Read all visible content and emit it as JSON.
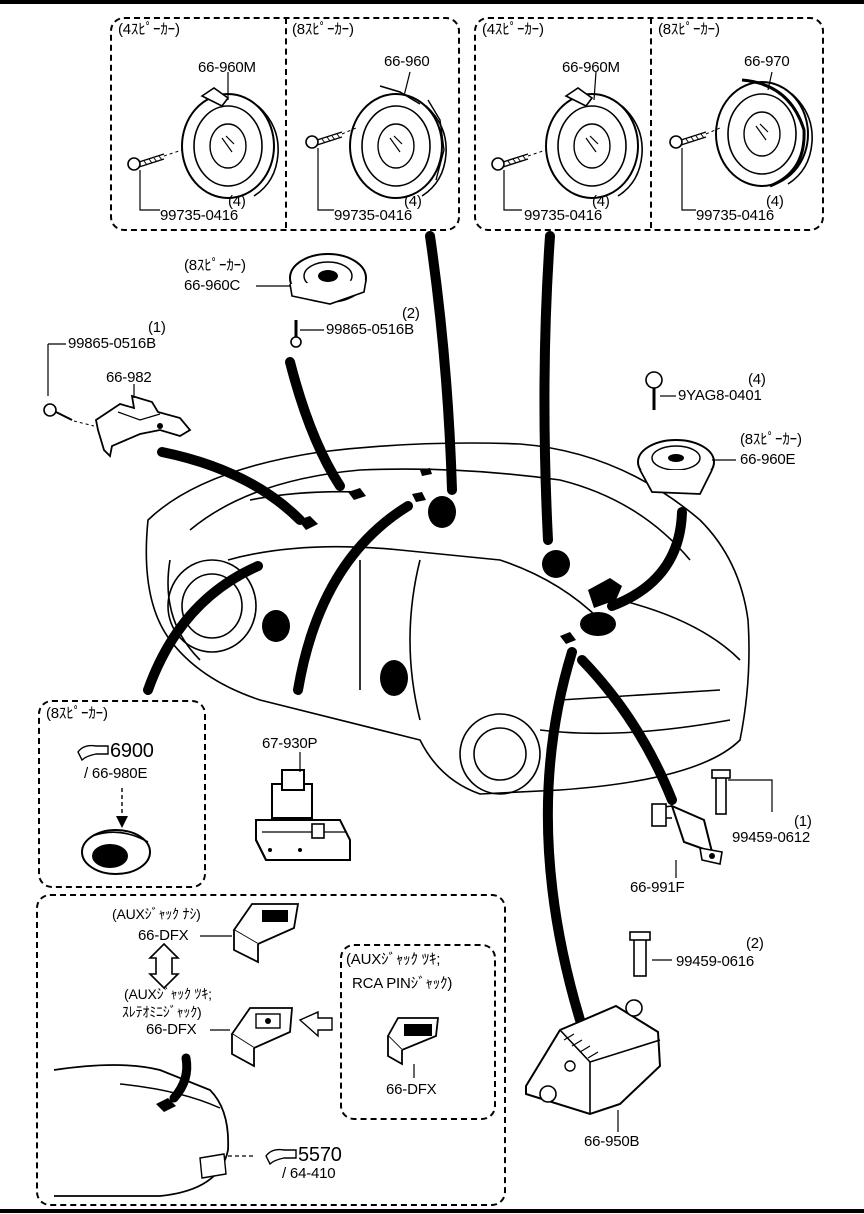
{
  "groups": {
    "front_door": {
      "four": {
        "header": "(4ｽﾋﾟｰｶｰ)",
        "part": "66-960M",
        "screw": "99735-0416",
        "qty": "(4)"
      },
      "eight": {
        "header": "(8ｽﾋﾟｰｶｰ)",
        "part": "66-960",
        "screw": "99735-0416",
        "qty": "(4)"
      }
    },
    "rear_door": {
      "four": {
        "header": "(4ｽﾋﾟｰｶｰ)",
        "part": "66-960M",
        "screw": "99735-0416",
        "qty": "(4)"
      },
      "eight": {
        "header": "(8ｽﾋﾟｰｶｰ)",
        "part": "66-970",
        "screw": "99735-0416",
        "qty": "(4)"
      }
    }
  },
  "center_speaker": {
    "header": "(8ｽﾋﾟｰｶｰ)",
    "part": "66-960C",
    "screw": "99865-0516B",
    "qty": "(2)"
  },
  "bracket": {
    "screw": "99865-0516B",
    "qty": "(1)",
    "part": "66-982"
  },
  "rear_speaker": {
    "screw": "9YAG8-0401",
    "qty": "(4)",
    "header": "(8ｽﾋﾟｰｶｰ)",
    "part": "66-960E"
  },
  "tweeter": {
    "header": "(8ｽﾋﾟｰｶｰ)",
    "ref_num": "6900",
    "ref_part": "/ 66-980E"
  },
  "connector": {
    "part": "67-930P"
  },
  "relay": {
    "bolt": "99459-0612",
    "qty": "(1)",
    "part": "66-991F"
  },
  "amp": {
    "bolt": "99459-0616",
    "qty": "(2)",
    "part": "66-950B"
  },
  "aux": {
    "no_jack_label": "(AUXｼﾞｬｯｸ ﾅｼ)",
    "no_jack_part": "66-DFX",
    "mini_label_1": "(AUXｼﾞｬｯｸ ﾂｷ;",
    "mini_label_2": "ｽﾚﾃｵﾐﾆｼﾞｬｯｸ)",
    "mini_part": "66-DFX",
    "rca_label_1": "(AUXｼﾞｬｯｸ ﾂｷ;",
    "rca_label_2": "RCA PINｼﾞｬｯｸ)",
    "rca_part": "66-DFX",
    "console_ref_num": "5570",
    "console_ref_part": "/ 64-410"
  }
}
